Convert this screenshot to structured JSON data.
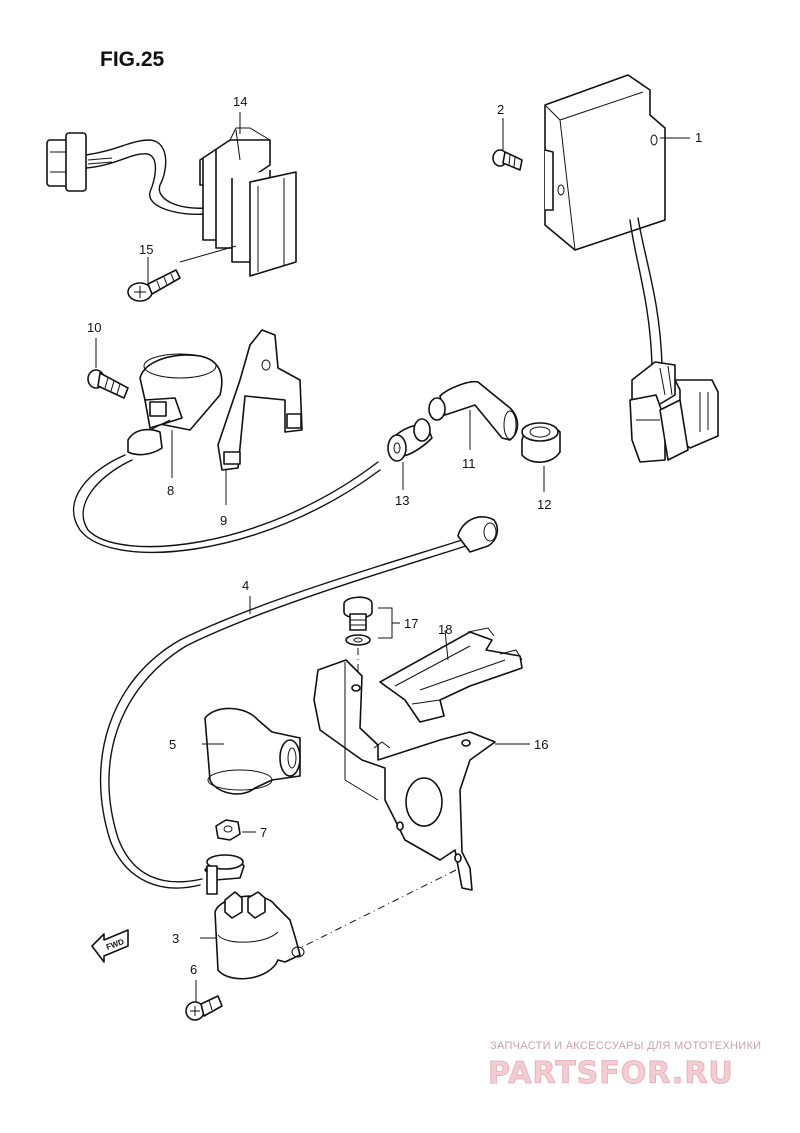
{
  "figure": {
    "title": "FIG.25"
  },
  "callouts": [
    {
      "id": "c1",
      "text": "1"
    },
    {
      "id": "c2",
      "text": "2"
    },
    {
      "id": "c3",
      "text": "3"
    },
    {
      "id": "c4",
      "text": "4"
    },
    {
      "id": "c5",
      "text": "5"
    },
    {
      "id": "c6",
      "text": "6"
    },
    {
      "id": "c7",
      "text": "7"
    },
    {
      "id": "c8",
      "text": "8"
    },
    {
      "id": "c9",
      "text": "9"
    },
    {
      "id": "c10",
      "text": "10"
    },
    {
      "id": "c11",
      "text": "11"
    },
    {
      "id": "c12",
      "text": "12"
    },
    {
      "id": "c13",
      "text": "13"
    },
    {
      "id": "c14",
      "text": "14"
    },
    {
      "id": "c15",
      "text": "15"
    },
    {
      "id": "c16",
      "text": "16"
    },
    {
      "id": "c17",
      "text": "17"
    },
    {
      "id": "c18",
      "text": "18"
    }
  ],
  "direction_marker": {
    "text": "FWD"
  },
  "watermark": {
    "caption": "ЗАПЧАСТИ И АКСЕССУАРЫ ДЛЯ МОТОТЕХНИКИ",
    "brand": "PARTSFOR.RU"
  }
}
